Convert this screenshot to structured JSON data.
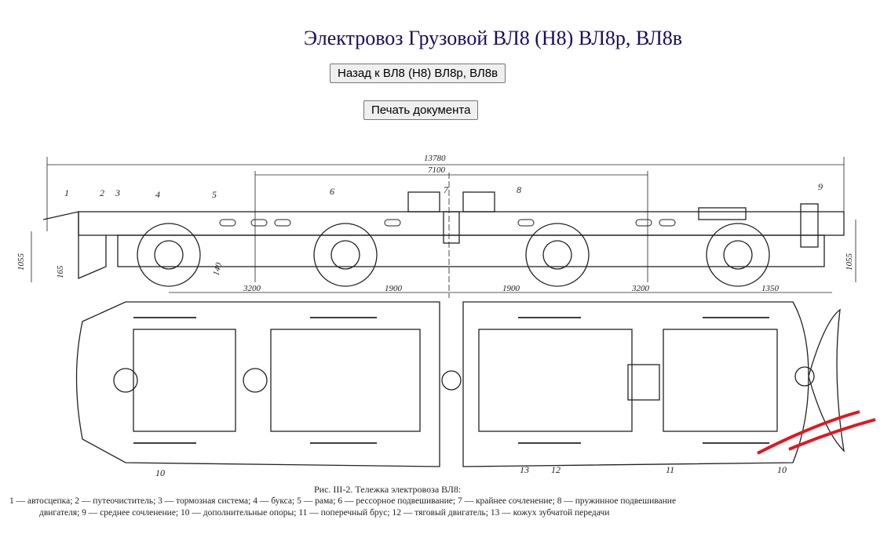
{
  "page": {
    "title": "Электровоз Грузовой ВЛ8 (Н8) ВЛ8р, ВЛ8в"
  },
  "buttons": {
    "back": "Назад к ВЛ8 (Н8) ВЛ8р, ВЛ8в",
    "print": "Печать документа"
  },
  "drawing": {
    "dimensions": {
      "total": "13780",
      "center": "7100",
      "height_left": "1055",
      "height_right": "1055",
      "clearance": "165",
      "offset": "140",
      "d1": "3200",
      "d2": "1900",
      "d3": "1900",
      "d4": "3200",
      "d5": "1350"
    },
    "part_labels": [
      "1",
      "2",
      "3",
      "4",
      "5",
      "6",
      "7",
      "8",
      "9",
      "10",
      "13",
      "12",
      "11",
      "10"
    ],
    "caption_title": "Рис. III-2. Тележка электровоза ВЛ8:",
    "caption_line1": "1 — автосцепка; 2 — путеочиститель; 3 — тормозная система; 4 — букса; 5 — рама; 6 — рессорное подвешивание; 7 — крайнее сочленение; 8 — пружинное подвешивание",
    "caption_line2": "двигателя; 9 — среднее сочленение; 10 — дополнительные опоры; 11 — поперечный брус; 12 — тяговый двигатель; 13 — кожух зубчатой передачи",
    "annotation_color": "#e8141c"
  }
}
